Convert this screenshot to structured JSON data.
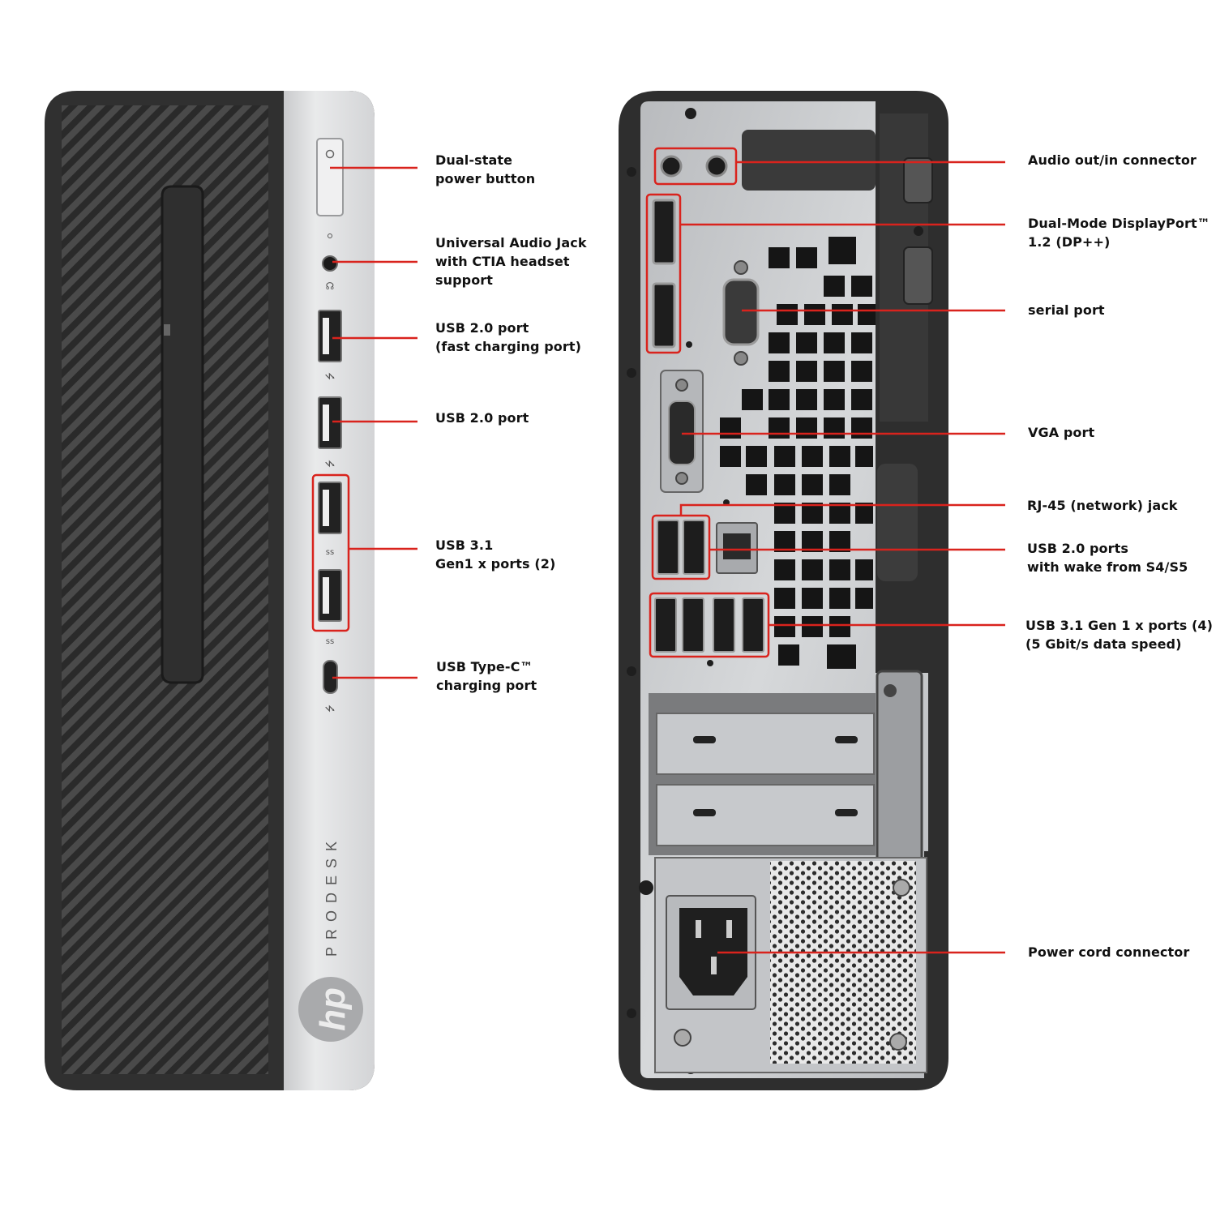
{
  "front_panel": {
    "brand_text": "PRODESK",
    "logo_text": "hp",
    "callouts": [
      {
        "id": "power-button",
        "text": "Dual-state\npower button"
      },
      {
        "id": "audio-jack",
        "text": "Universal Audio Jack\nwith CTIA headset\nsupport"
      },
      {
        "id": "usb2-fast-charge",
        "text": "USB 2.0 port\n(fast charging port)"
      },
      {
        "id": "usb2",
        "text": "USB 2.0 port"
      },
      {
        "id": "usb31-front",
        "text": "USB 3.1\nGen1 x ports (2)"
      },
      {
        "id": "usb-type-c",
        "text": "USB Type-C™\ncharging port"
      }
    ]
  },
  "rear_panel": {
    "callouts": [
      {
        "id": "audio-out-in",
        "text": "Audio out/in connector"
      },
      {
        "id": "displayport",
        "text": "Dual-Mode DisplayPort™\n1.2 (DP++)"
      },
      {
        "id": "serial-port",
        "text": "serial port"
      },
      {
        "id": "vga-port",
        "text": "VGA port"
      },
      {
        "id": "rj45",
        "text": "RJ-45 (network) jack"
      },
      {
        "id": "usb2-wake",
        "text": "USB 2.0 ports\nwith wake from S4/S5"
      },
      {
        "id": "usb31-rear",
        "text": "USB 3.1 Gen 1 x ports (4)\n(5 Gbit/s data speed)"
      },
      {
        "id": "power-cord",
        "text": "Power cord connector"
      }
    ]
  },
  "colors": {
    "callout_line": "#d9231d",
    "chassis_dark": "#2b2b2b",
    "front_silver": "#dedfe1",
    "rear_plate": "#c9cbce"
  }
}
